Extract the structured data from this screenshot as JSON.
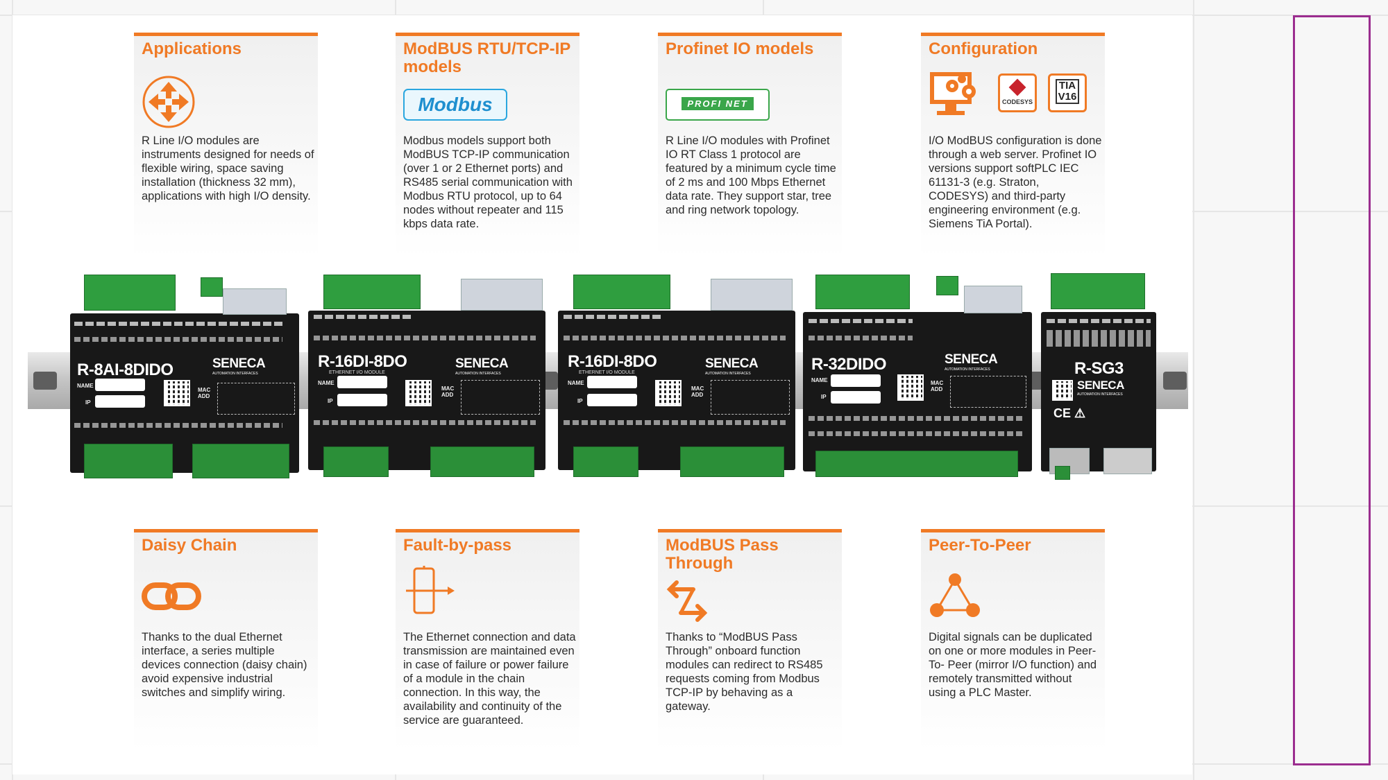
{
  "colors": {
    "accent": "#f07a25",
    "frame": "#9b2d8f",
    "terminal": "#2f9e3f",
    "module": "#181818"
  },
  "top_panels": [
    {
      "title": "Applications",
      "icon": "four-arrows-icon",
      "text": "R Line I/O modules are instruments designed for needs of flexible wiring, space saving installation (thickness 32 mm), applications with high I/O density."
    },
    {
      "title": "ModBUS RTU/TCP-IP models",
      "icon": "modbus-logo",
      "logo_text": "Modbus",
      "text": "Modbus models support both ModBUS TCP-IP communication (over 1 or 2 Ethernet ports) and RS485 serial communication with Modbus RTU protocol, up to 64 nodes without repeater and 115 kbps data rate."
    },
    {
      "title": "Profinet IO models",
      "icon": "profinet-logo",
      "logo_text": "PROFI NET",
      "text": "R Line I/O modules with Profinet IO RT Class 1 protocol are featured by a minimum cycle time of 2 ms and 100 Mbps Ethernet data rate. They support star, tree and ring network topology."
    },
    {
      "title": "Configuration",
      "icon": "config-icons",
      "logo_codesys": "CODESYS",
      "logo_tia": "TIA V16",
      "text": "I/O ModBUS configuration is done through a web server. Profinet IO versions support softPLC IEC 61131-3 (e.g. Straton, CODESYS) and third-party engineering environment (e.g. Siemens TiA Portal)."
    }
  ],
  "bottom_panels": [
    {
      "title": "Daisy Chain",
      "icon": "chain-link-icon",
      "text": "Thanks to the dual Ethernet interface, a series multiple devices connection (daisy chain) avoid expensive industrial switches and simplify wiring."
    },
    {
      "title": "Fault-by-pass",
      "icon": "bypass-icon",
      "text": "The Ethernet connection and data transmission are maintained even in case of failure or power failure of a module in the chain connection. In this way, the availability and continuity of the service are guaranteed."
    },
    {
      "title": "ModBUS Pass Through",
      "icon": "exchange-arrows-icon",
      "text": "Thanks to “ModBUS Pass Through” onboard function modules can redirect to RS485 requests coming from Modbus TCP-IP by behaving as a gateway."
    },
    {
      "title": "Peer-To-Peer",
      "icon": "peer-network-icon",
      "text": "Digital signals can be duplicated on one or more modules in Peer-To- Peer (mirror I/O function) and remotely transmitted without using a PLC Master."
    }
  ],
  "modules": [
    {
      "model": "R-8AI-8DIDO",
      "sub": "",
      "brand": "SENECA",
      "brand_sub": "AUTOMATION INTERFACES",
      "name_label": "NAME",
      "ip_label": "IP",
      "mac_label": "MAC ADD"
    },
    {
      "model": "R-16DI-8DO",
      "sub": "ETHERNET I/O MODULE",
      "brand": "SENECA",
      "brand_sub": "AUTOMATION INTERFACES",
      "name_label": "NAME",
      "ip_label": "IP",
      "mac_label": "MAC ADD"
    },
    {
      "model": "R-16DI-8DO",
      "sub": "ETHERNET I/O MODULE",
      "brand": "SENECA",
      "brand_sub": "AUTOMATION INTERFACES",
      "name_label": "NAME",
      "ip_label": "IP",
      "mac_label": "MAC ADD"
    },
    {
      "model": "R-32DIDO",
      "sub": "",
      "brand": "SENECA",
      "brand_sub": "AUTOMATION INTERFACES",
      "name_label": "NAME",
      "ip_label": "IP",
      "mac_label": "MAC ADD"
    },
    {
      "model": "R-SG3",
      "sub": "",
      "brand": "SENECA",
      "brand_sub": "AUTOMATION INTERFACES",
      "name_label": "",
      "ip_label": "",
      "mac_label": ""
    }
  ]
}
